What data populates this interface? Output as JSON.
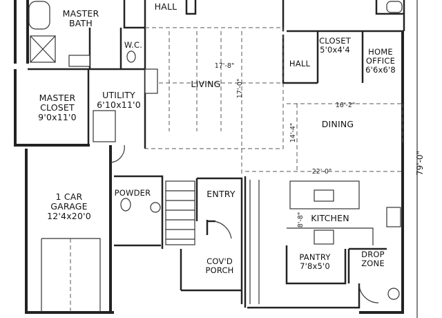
{
  "rooms": {
    "hall_top": "HALL",
    "master_bath": [
      "MASTER",
      "BATH"
    ],
    "wc": "W.C.",
    "master_closet": [
      "MASTER",
      "CLOSET",
      "9'0x11'0"
    ],
    "utility": [
      "UTILITY",
      "6'10x11'0"
    ],
    "living": "LIVING",
    "closet": [
      "CLOSET",
      "5'0x4'4"
    ],
    "hall_right": "HALL",
    "home_office": [
      "HOME",
      "OFFICE",
      "6'6x6'8"
    ],
    "dining": "DINING",
    "garage": [
      "1 CAR",
      "GARAGE",
      "12'4x20'0"
    ],
    "powder": "POWDER",
    "entry": "ENTRY",
    "kitchen": "KITCHEN",
    "porch": [
      "COV'D",
      "PORCH"
    ],
    "pantry": [
      "PANTRY",
      "7'8x5'0"
    ],
    "drop_zone": [
      "DROP",
      "ZONE"
    ]
  },
  "dimensions": {
    "living_width": "17'-8\"",
    "living_depth": "17'-0\"",
    "dining_width": "16'-2\"",
    "dining_depth": "14'-4\"",
    "kitchen_width": "22'-0\"",
    "kitchen_depth": "8'-8\"",
    "overall_depth": "79'-0\""
  }
}
